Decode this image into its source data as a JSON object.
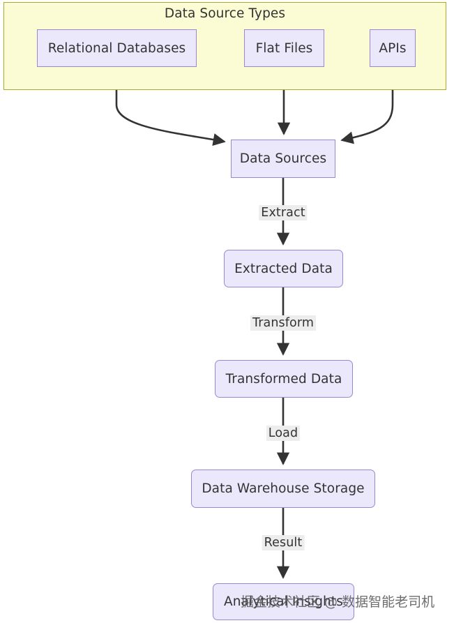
{
  "diagram": {
    "type": "flowchart",
    "direction": "top-to-bottom",
    "subgraph": {
      "title": "Data Source Types",
      "fill_color": "#FBFBD4",
      "border_color": "#AAAA33"
    },
    "node_style": {
      "fill_color": "#ECE8FB",
      "border_color": "#9A86D4",
      "text_color": "#333333"
    },
    "edge_style": {
      "line_color": "#333333",
      "label_background": "#EDEDED"
    },
    "nodes": [
      {
        "id": "relational-databases",
        "label": "Relational Databases",
        "shape": "rect",
        "group": "Data Source Types"
      },
      {
        "id": "flat-files",
        "label": "Flat Files",
        "shape": "rect",
        "group": "Data Source Types"
      },
      {
        "id": "apis",
        "label": "APIs",
        "shape": "rect",
        "group": "Data Source Types"
      },
      {
        "id": "data-sources",
        "label": "Data Sources",
        "shape": "rect",
        "group": "pipeline"
      },
      {
        "id": "extracted-data",
        "label": "Extracted Data",
        "shape": "rounded",
        "group": "pipeline"
      },
      {
        "id": "transformed-data",
        "label": "Transformed Data",
        "shape": "rounded",
        "group": "pipeline"
      },
      {
        "id": "data-warehouse",
        "label": "Data Warehouse Storage",
        "shape": "rounded",
        "group": "pipeline"
      },
      {
        "id": "analytical-insights",
        "label": "Analytical Insights",
        "shape": "rounded",
        "group": "pipeline"
      }
    ],
    "edges": [
      {
        "from": "relational-databases",
        "to": "data-sources",
        "label": ""
      },
      {
        "from": "flat-files",
        "to": "data-sources",
        "label": ""
      },
      {
        "from": "apis",
        "to": "data-sources",
        "label": ""
      },
      {
        "from": "data-sources",
        "to": "extracted-data",
        "label": "Extract"
      },
      {
        "from": "extracted-data",
        "to": "transformed-data",
        "label": "Transform"
      },
      {
        "from": "transformed-data",
        "to": "data-warehouse",
        "label": "Load"
      },
      {
        "from": "data-warehouse",
        "to": "analytical-insights",
        "label": "Result"
      }
    ],
    "edge_labels": {
      "extract": "Extract",
      "transform": "Transform",
      "load": "Load",
      "result": "Result"
    }
  },
  "watermark": {
    "text": "掘金技术社区 @ 数据智能老司机"
  }
}
